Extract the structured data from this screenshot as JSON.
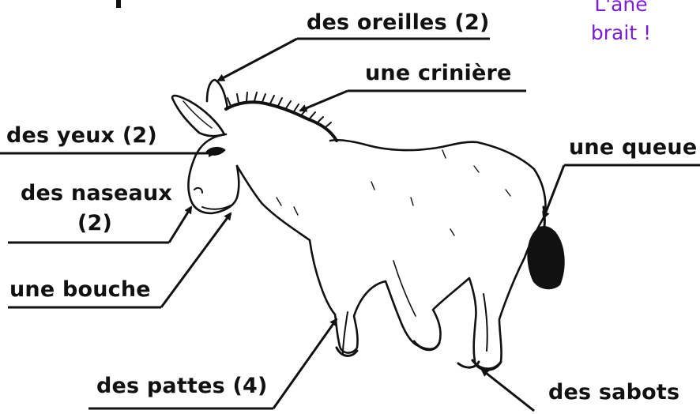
{
  "labels": {
    "ears": "des oreilles (2)",
    "mane": "une crinière",
    "eyes": "des yeux (2)",
    "nostrils_line1": "des naseaux",
    "nostrils_line2": "(2)",
    "mouth": "une bouche",
    "tail": "une queue",
    "legs": "des pattes (4)",
    "hooves": "des sabots"
  },
  "caption": {
    "line1": "L'âne",
    "line2": "brait !"
  },
  "colors": {
    "ink": "#111111",
    "caption": "#7a1fd6",
    "background": "#ffffff"
  }
}
